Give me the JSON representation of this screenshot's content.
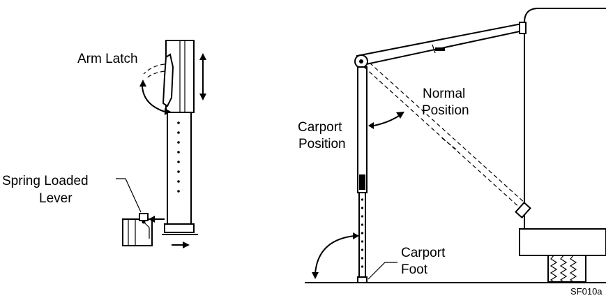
{
  "labels": {
    "arm_latch": "Arm Latch",
    "spring_loaded": "Spring Loaded",
    "lever": "Lever",
    "normal": "Normal",
    "normal_position": "Position",
    "carport": "Carport",
    "carport_position": "Position",
    "carport_foot_1": "Carport",
    "carport_foot_2": "Foot",
    "figure_code": "SF010a"
  }
}
